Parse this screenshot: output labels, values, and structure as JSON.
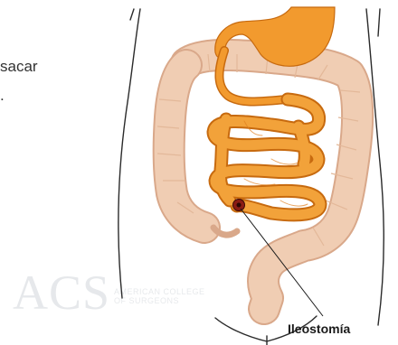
{
  "side_text": {
    "line1": "sacar",
    "line2": "."
  },
  "watermark": {
    "logo": "ACS",
    "line1": "AMERICAN COLLEGE",
    "line2": "OF SURGEONS"
  },
  "label": {
    "stoma": "Ileostomía"
  },
  "colors": {
    "small_intestine": "#f2a23a",
    "small_intestine_outline": "#c76a0f",
    "stomach": "#f29a2e",
    "colon": "#f0cdb3",
    "colon_outline": "#d9a88a",
    "body_outline": "#2b2b2b",
    "stoma": "#8a1c14"
  }
}
